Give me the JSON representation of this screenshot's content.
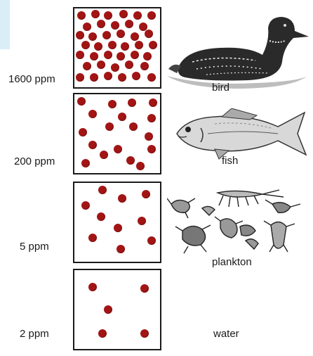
{
  "levels": [
    {
      "concentration": "1600 ppm",
      "organism": "bird",
      "icon": "bird-icon"
    },
    {
      "concentration": "200 ppm",
      "organism": "fish",
      "icon": "fish-icon"
    },
    {
      "concentration": "5  ppm",
      "organism": "plankton",
      "icon": "plankton-icon"
    },
    {
      "concentration": "2 ppm",
      "organism": "water",
      "icon": ""
    }
  ],
  "colors": {
    "dot": "#a31515",
    "border": "#1a1a1a"
  }
}
